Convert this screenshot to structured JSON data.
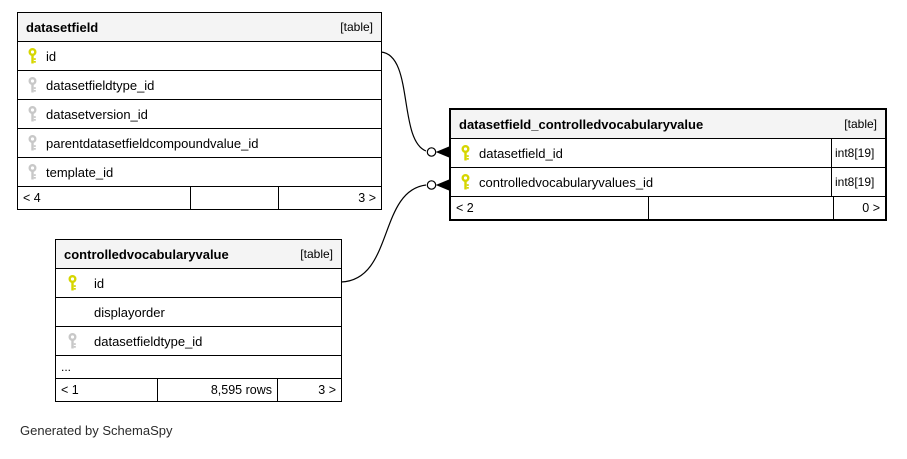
{
  "diagram": {
    "caption": "Generated by SchemaSpy",
    "colors": {
      "header_bg": "#f4f4f4",
      "border": "#000000",
      "primary_key": "#d6d600",
      "foreign_key": "#c8c8c8",
      "row_bg": "#ffffff"
    },
    "icons": {
      "primary_key": "yellow-key-icon",
      "indexed_foreign_key": "gray-key-icon"
    },
    "tables": [
      {
        "title": "datasetfield",
        "badge": "[table]",
        "columns": [
          {
            "name": "id",
            "key": "primary"
          },
          {
            "name": "datasetfieldtype_id",
            "key": "foreign"
          },
          {
            "name": "datasetversion_id",
            "key": "foreign"
          },
          {
            "name": "parentdatasetfieldcompoundvalue_id",
            "key": "foreign"
          },
          {
            "name": "template_id",
            "key": "foreign"
          }
        ],
        "footer": {
          "left": "< 4",
          "middle": "",
          "right": "3 >"
        }
      },
      {
        "title": "datasetfield_controlledvocabularyvalue",
        "badge": "[table]",
        "columns": [
          {
            "name": "datasetfield_id",
            "key": "primary",
            "type": "int8[19]"
          },
          {
            "name": "controlledvocabularyvalues_id",
            "key": "primary",
            "type": "int8[19]"
          }
        ],
        "footer": {
          "left": "< 2",
          "middle": "",
          "right": "0 >"
        }
      },
      {
        "title": "controlledvocabularyvalue",
        "badge": "[table]",
        "columns": [
          {
            "name": "id",
            "key": "primary"
          },
          {
            "name": "displayorder",
            "key": "none"
          },
          {
            "name": "datasetfieldtype_id",
            "key": "foreign"
          }
        ],
        "ellipsis_row": "...",
        "footer": {
          "left": "< 1",
          "middle": "8,595 rows",
          "right": "3 >"
        }
      }
    ],
    "relationships": [
      {
        "from_table": "datasetfield",
        "from_column": "id",
        "to_table": "datasetfield_controlledvocabularyvalue",
        "to_column": "datasetfield_id"
      },
      {
        "from_table": "controlledvocabularyvalue",
        "from_column": "id",
        "to_table": "datasetfield_controlledvocabularyvalue",
        "to_column": "controlledvocabularyvalues_id"
      }
    ]
  }
}
